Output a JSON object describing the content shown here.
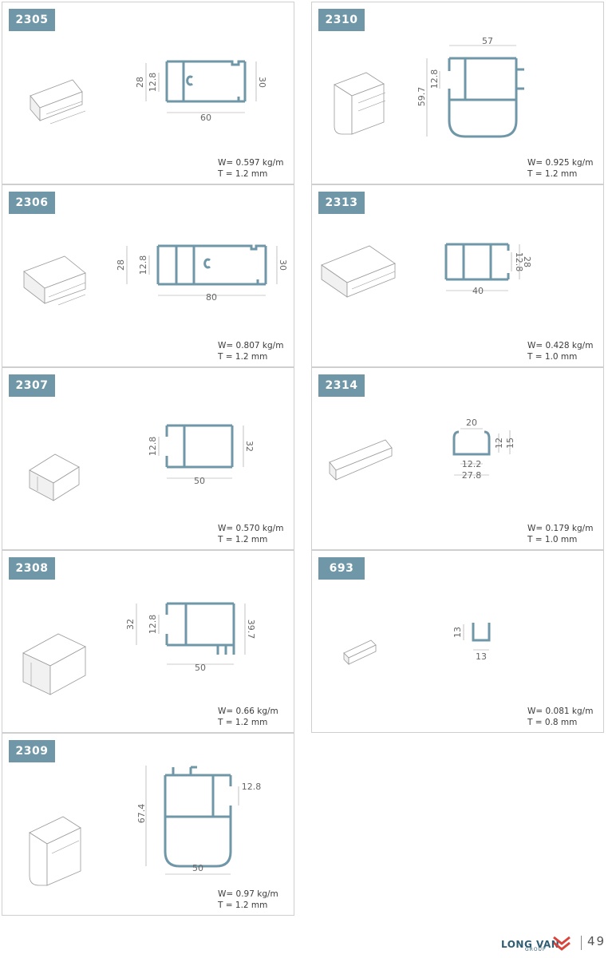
{
  "profiles": [
    {
      "code": "2305",
      "weight": "W= 0.597 kg/m",
      "thickness": "T = 1.2 mm",
      "dims": [
        "28",
        "12.8",
        "30",
        "60"
      ]
    },
    {
      "code": "2310",
      "weight": "W= 0.925 kg/m",
      "thickness": "T = 1.2 mm",
      "dims": [
        "57",
        "59.7",
        "12.8"
      ]
    },
    {
      "code": "2306",
      "weight": "W= 0.807 kg/m",
      "thickness": "T = 1.2 mm",
      "dims": [
        "28",
        "12.8",
        "30",
        "80"
      ]
    },
    {
      "code": "2313",
      "weight": "W= 0.428 kg/m",
      "thickness": "T = 1.0 mm",
      "dims": [
        "12.8",
        "28",
        "40"
      ]
    },
    {
      "code": "2307",
      "weight": "W= 0.570 kg/m",
      "thickness": "T = 1.2 mm",
      "dims": [
        "12.8",
        "32",
        "50"
      ]
    },
    {
      "code": "2314",
      "weight": "W= 0.179 kg/m",
      "thickness": "T = 1.0 mm",
      "dims": [
        "20",
        "12",
        "15",
        "12.2",
        "27.8"
      ]
    },
    {
      "code": "2308",
      "weight": "W= 0.66 kg/m",
      "thickness": "T = 1.2 mm",
      "dims": [
        "32",
        "12.8",
        "39.7",
        "50"
      ]
    },
    {
      "code": "693",
      "weight": "W= 0.081 kg/m",
      "thickness": "T = 0.8 mm",
      "dims": [
        "13",
        "13"
      ]
    },
    {
      "code": "2309",
      "weight": "W= 0.97 kg/m",
      "thickness": "T = 1.2 mm",
      "dims": [
        "12.8",
        "67.4",
        "50"
      ]
    }
  ],
  "footer": {
    "brand": "LONG VAN",
    "group": "GROUP",
    "page": "49"
  },
  "colors": {
    "accent": "#6f97a8",
    "border": "#cfcfcf"
  }
}
